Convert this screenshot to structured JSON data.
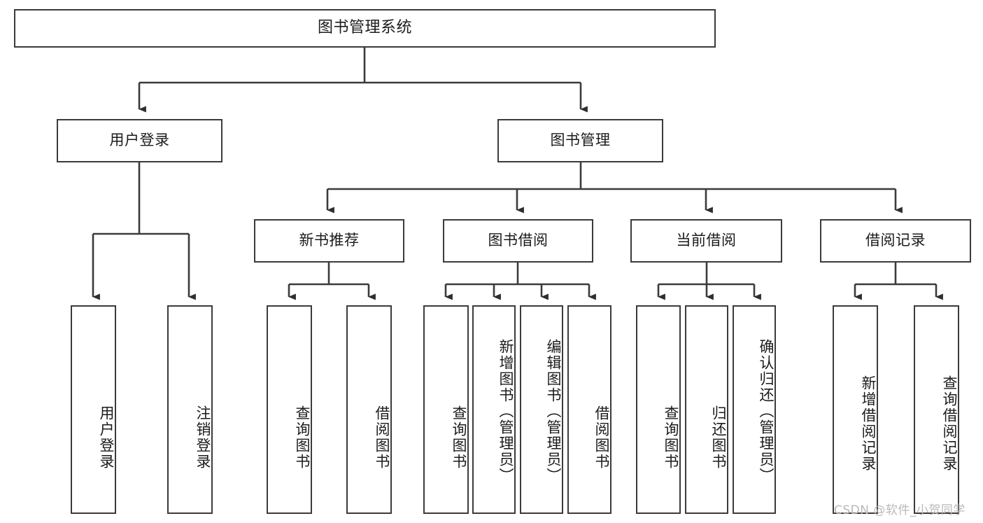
{
  "diagram": {
    "title": "图书管理系统",
    "type": "hierarchy-tree",
    "root": {
      "label": "图书管理系统"
    },
    "level1": [
      {
        "id": "user-login",
        "label": "用户登录"
      },
      {
        "id": "book-management",
        "label": "图书管理"
      }
    ],
    "level2": [
      {
        "id": "new-book-recommend",
        "label": "新书推荐",
        "parent": "book-management"
      },
      {
        "id": "book-borrow",
        "label": "图书借阅",
        "parent": "book-management"
      },
      {
        "id": "current-borrow",
        "label": "当前借阅",
        "parent": "book-management"
      },
      {
        "id": "borrow-record",
        "label": "借阅记录",
        "parent": "book-management"
      }
    ],
    "leaves": {
      "user_login": [
        {
          "id": "leaf-user-login",
          "label": "用户登录"
        },
        {
          "id": "leaf-user-logout",
          "label": "注销登录"
        }
      ],
      "new_book_recommend": [
        {
          "id": "leaf-query-book-1",
          "label": "查询图书"
        },
        {
          "id": "leaf-borrow-book-1",
          "label": "借阅图书"
        }
      ],
      "book_borrow": [
        {
          "id": "leaf-query-book-2",
          "label": "查询图书"
        },
        {
          "id": "leaf-add-book",
          "label": "新增图书（管理员）"
        },
        {
          "id": "leaf-edit-book",
          "label": "编辑图书（管理员）"
        },
        {
          "id": "leaf-borrow-book-2",
          "label": "借阅图书"
        }
      ],
      "current_borrow": [
        {
          "id": "leaf-query-book-3",
          "label": "查询图书"
        },
        {
          "id": "leaf-return-book",
          "label": "归还图书"
        },
        {
          "id": "leaf-confirm-return",
          "label": "确认归还（管理员）"
        }
      ],
      "borrow_record": [
        {
          "id": "leaf-add-record",
          "label": "新增借阅记录"
        },
        {
          "id": "leaf-query-record",
          "label": "查询借阅记录"
        }
      ]
    }
  },
  "watermark": {
    "text": "CSDN @软件_小贺同学"
  },
  "colors": {
    "stroke": "#3b3b3b",
    "background": "#ffffff",
    "text": "#1b1b1b",
    "watermark": "#b9b9b9"
  }
}
